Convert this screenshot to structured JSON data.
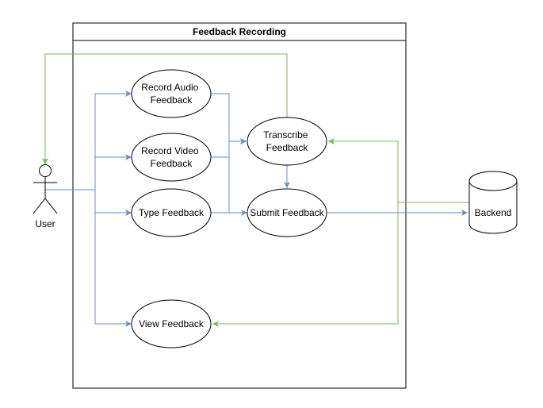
{
  "system": {
    "title": "Feedback Recording"
  },
  "actor": {
    "label": "User"
  },
  "database": {
    "label": "Backend"
  },
  "use_cases": {
    "record_audio": [
      "Record Audio",
      "Feedback"
    ],
    "record_video": [
      "Record Video",
      "Feedback"
    ],
    "type_feedback": [
      "Type Feedback"
    ],
    "transcribe": [
      "Transcribe",
      "Feedback"
    ],
    "submit": [
      "Submit Feedback"
    ],
    "view": [
      "View Feedback"
    ]
  },
  "colors": {
    "blue_edge": "#6c8ebf",
    "green_edge": "#82b366",
    "stroke": "#000000",
    "background": "#ffffff"
  }
}
